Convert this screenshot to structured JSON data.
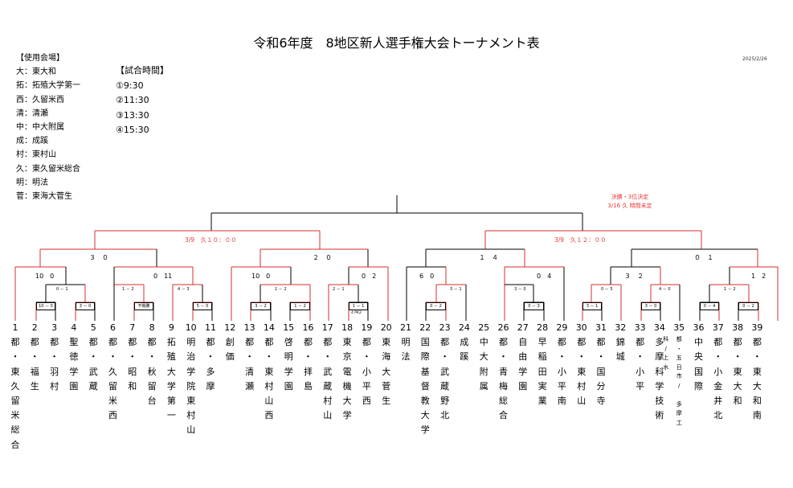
{
  "title": "令和6年度　8地区新人選手権大会トーナメント表",
  "date": "2025/2/26",
  "venues": {
    "heading": "【使用会場】",
    "items": [
      "大：東大和",
      "拓：拓殖大学第一",
      "西：久留米西",
      "清：清瀬",
      "中：中大附属",
      "成：成蹊",
      "村：東村山",
      "久：東久留米総合",
      "明：明法",
      "菅：東海大菅生"
    ]
  },
  "times": {
    "heading": "【試合時間】",
    "items": [
      "①9:30",
      "②11:30",
      "③13:30",
      "④15:30"
    ]
  },
  "final_note": [
    "決勝・3位決定",
    "3/16 久 時間未定"
  ],
  "semi_left": "3/9　久１０：００",
  "semi_right": "3/9　久１２：００",
  "quarter_scores": [
    "３　０",
    "２　０",
    "１　４",
    "０　１"
  ],
  "r16_scores": [
    "10　0",
    "0　11",
    "10　0",
    "0　2",
    "6　0",
    "0　4",
    "３　２",
    "1　2"
  ],
  "r32_scores": [
    "0 － 1",
    "1 － 2",
    "4 － 3",
    "1 － 2",
    "2 － 1",
    "3 － 1",
    "3 － 0",
    "0 － 5",
    "4 － 0",
    "1 － 2"
  ],
  "r64_scores": [
    "10 － 0",
    "3 － 0",
    "不戦勝",
    "5 － 0",
    "3 － 2",
    "1 － 2",
    "1 － 1",
    "0 － 2",
    "0 － 3",
    "3 － 1",
    "3 － 0",
    "0 － 4",
    "0 － 2"
  ],
  "pk_note": "4 PK2",
  "teams": [
    {
      "no": "1",
      "name": "都\n・\n東\n久\n留\n米\n総\n合"
    },
    {
      "no": "2",
      "name": "都\n・\n福\n生"
    },
    {
      "no": "3",
      "name": "都\n・\n羽\n村"
    },
    {
      "no": "4",
      "name": "聖\n徳\n学\n園"
    },
    {
      "no": "5",
      "name": "都\n・\n武\n蔵"
    },
    {
      "no": "6",
      "name": "都\n・\n久\n留\n米\n西"
    },
    {
      "no": "7",
      "name": "都\n・\n昭\n和"
    },
    {
      "no": "8",
      "name": "都\n・\n秋\n留\n台"
    },
    {
      "no": "9",
      "name": "拓\n殖\n大\n学\n第\n一"
    },
    {
      "no": "10",
      "name": "明\n治\n学\n院\n東\n村\n山"
    },
    {
      "no": "11",
      "name": "都\n・\n多\n摩"
    },
    {
      "no": "12",
      "name": "創\n価"
    },
    {
      "no": "13",
      "name": "都\n・\n清\n瀬"
    },
    {
      "no": "14",
      "name": "都\n・\n東\n村\n山\n西"
    },
    {
      "no": "15",
      "name": "啓\n明\n学\n園"
    },
    {
      "no": "16",
      "name": "都\n・\n拝\n島"
    },
    {
      "no": "17",
      "name": "都\n・\n武\n蔵\n村\n山"
    },
    {
      "no": "18",
      "name": "東\n京\n電\n機\n大\n学"
    },
    {
      "no": "19",
      "name": "都\n・\n小\n平\n西"
    },
    {
      "no": "20",
      "name": "東\n海\n大\n菅\n生"
    },
    {
      "no": "21",
      "name": "明\n法"
    },
    {
      "no": "22",
      "name": "国\n際\n基\n督\n教\n大\n学"
    },
    {
      "no": "23",
      "name": "都\n・\n武\n蔵\n野\n北"
    },
    {
      "no": "24",
      "name": "成\n蹊"
    },
    {
      "no": "25",
      "name": "中\n大\n附\n属"
    },
    {
      "no": "26",
      "name": "都\n・\n青\n梅\n総\n合"
    },
    {
      "no": "27",
      "name": "自\n由\n学\n園"
    },
    {
      "no": "28",
      "name": "早\n稲\n田\n実\n業"
    },
    {
      "no": "29",
      "name": "都\n・\n小\n平\n南"
    },
    {
      "no": "30",
      "name": "都\n・\n東\n村\n山"
    },
    {
      "no": "31",
      "name": "都\n・\n国\n分\n寺"
    },
    {
      "no": "32",
      "name": "錦\n城"
    },
    {
      "no": "33",
      "name": "都\n・\n小\n平"
    },
    {
      "no": "34",
      "name": "多\n摩\n科\n学\n技\n術"
    },
    {
      "no": "35",
      "name": "都\n・\n五\n日\n市\n/\n\n多\n摩\n工",
      "side": "科\n/\n上\n水"
    },
    {
      "no": "36",
      "name": "中\n央\n国\n際"
    },
    {
      "no": "37",
      "name": "都\n・\n小\n金\n井\n北"
    },
    {
      "no": "38",
      "name": "都\n・\n東\n大\n和"
    },
    {
      "no": "39",
      "name": "都\n・\n東\n大\n和\n南"
    }
  ]
}
